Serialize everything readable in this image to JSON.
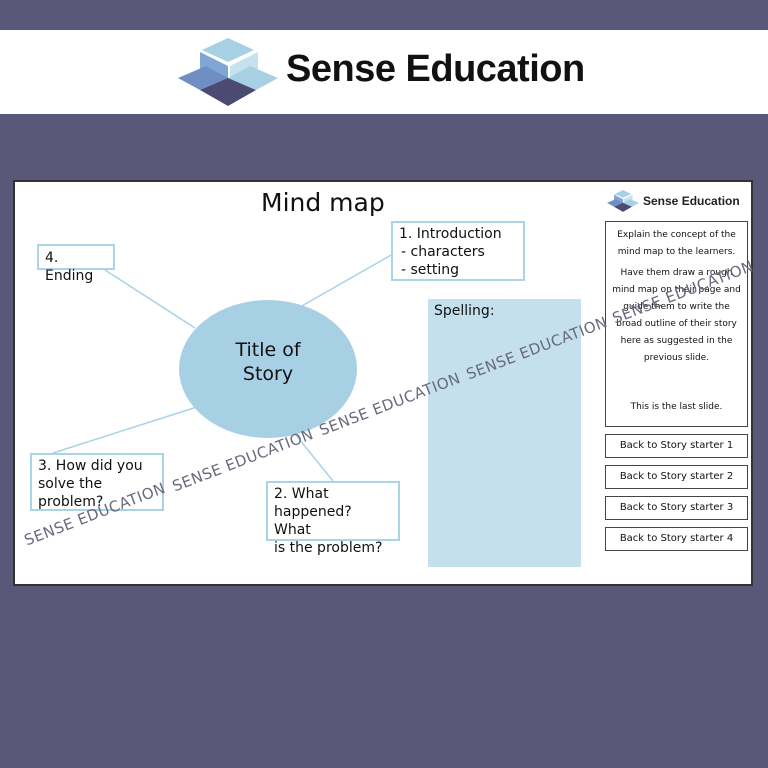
{
  "brand": {
    "name": "Sense Education",
    "logo_icon": "cube-stack-icon",
    "colors": {
      "light": "#a8d0e4",
      "mid": "#6f8fc4",
      "dark": "#4a4a72"
    }
  },
  "slide": {
    "title": "Mind map",
    "center": {
      "line1": "Title of",
      "line2": "Story"
    },
    "boxes": {
      "intro": {
        "title": "1. Introduction",
        "item1": "-  characters",
        "item2": "-  setting"
      },
      "ending": {
        "label": "4. Ending"
      },
      "solve": {
        "line1": "3. How did you",
        "line2": "solve the",
        "line3": "problem?"
      },
      "what": {
        "line1": "2. What",
        "line2": "happened? What",
        "line3": "is the problem?"
      }
    },
    "spelling": {
      "label": "Spelling:"
    },
    "side_brand": "Sense Education",
    "notes": {
      "p1": "Explain the concept of the mind map to the learners.",
      "p2": "Have them draw a rough mind map on their page and guide them to write the broad outline of their story here as suggested in the previous slide.",
      "p3": "This is the last slide."
    },
    "nav": [
      "Back to Story starter 1",
      "Back to Story starter 2",
      "Back to Story starter 3",
      "Back to Story starter 4"
    ],
    "watermark": "SENSE EDUCATION"
  }
}
